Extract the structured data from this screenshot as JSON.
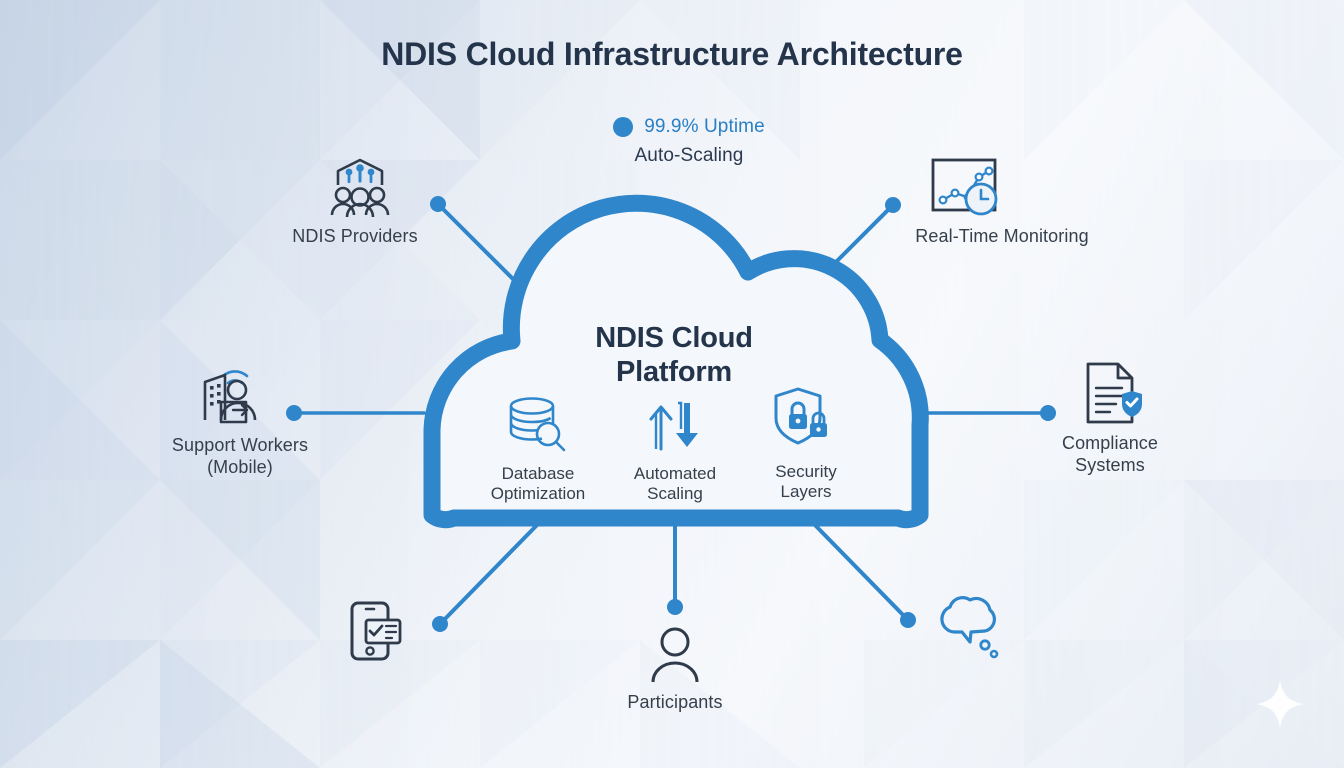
{
  "page": {
    "title": "NDIS Cloud Infrastructure Architecture"
  },
  "badge": {
    "uptime": "99.9% Uptime",
    "scaling": "Auto-Scaling",
    "dot_icon": "status-dot-icon",
    "uptime_color": "#2a7fc4",
    "scaling_color": "#2b3a4f"
  },
  "cloud": {
    "name": "NDIS Cloud\nPlatform",
    "stroke_color": "#2f86cb",
    "fill_color": "#f4f7fb",
    "features": [
      {
        "id": "database-optimization",
        "label": "Database\nOptimization",
        "icon": "database-search-icon"
      },
      {
        "id": "automated-scaling",
        "label": "Automated\nScaling",
        "icon": "scale-arrows-icon"
      },
      {
        "id": "security-layers",
        "label": "Security\nLayers",
        "icon": "shield-lock-icon"
      }
    ]
  },
  "nodes": [
    {
      "id": "ndis-providers",
      "label": "NDIS Providers",
      "icon": "provider-group-icon"
    },
    {
      "id": "real-time-monitoring",
      "label": "Real-Time Monitoring",
      "icon": "chart-clock-icon"
    },
    {
      "id": "support-workers",
      "label": "Support Workers\n(Mobile)",
      "icon": "remote-worker-icon"
    },
    {
      "id": "compliance-systems",
      "label": "Compliance\nSystems",
      "icon": "document-check-icon"
    },
    {
      "id": "mobile-checklist",
      "label": "",
      "icon": "mobile-checklist-icon"
    },
    {
      "id": "participants",
      "label": "Participants",
      "icon": "person-icon"
    },
    {
      "id": "communication",
      "label": "",
      "icon": "chat-bubble-icon"
    }
  ],
  "theme": {
    "connector_color": "#2f86cb",
    "background_color": "#e9eff7",
    "text_color": "#36404d",
    "heading_color": "#24344a",
    "icon_dark": "#2f3b4a",
    "icon_blue": "#2f86cb"
  },
  "decor": {
    "sparkle": "sparkle-icon"
  }
}
